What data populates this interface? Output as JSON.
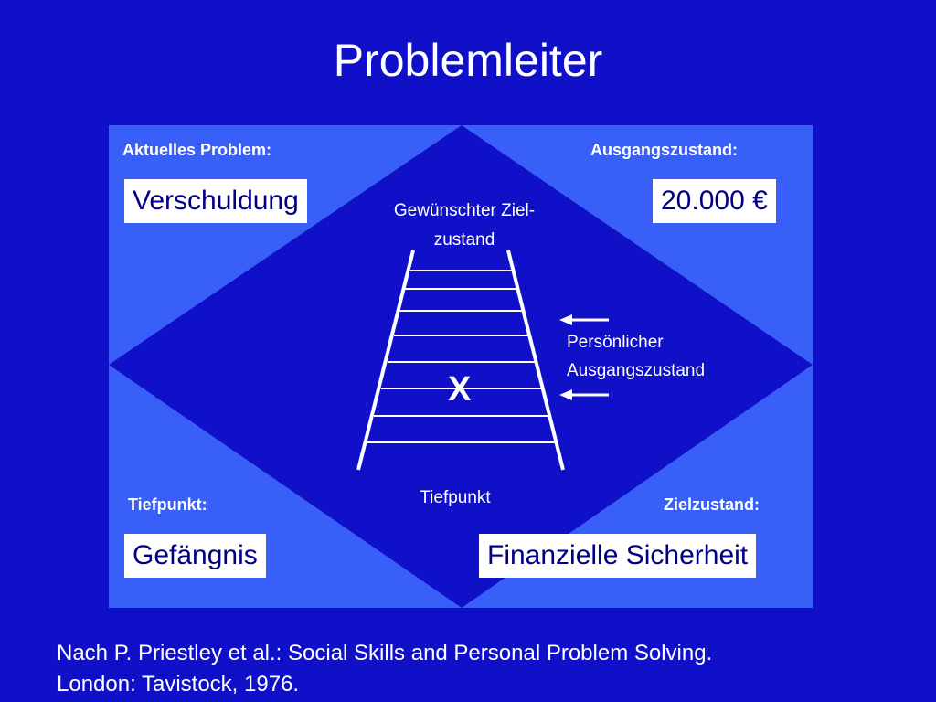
{
  "title": "Problemleiter",
  "corners": {
    "top_left": {
      "label": "Aktuelles Problem:",
      "value": "Verschuldung"
    },
    "top_right": {
      "label": "Ausgangszustand:",
      "value": "20.000 €"
    },
    "bottom_left": {
      "label": "Tiefpunkt:",
      "value": "Gefängnis"
    },
    "bottom_right": {
      "label": "Zielzustand:",
      "value": "Finanzielle Sicherheit"
    }
  },
  "ladder": {
    "top_label_line1": "Gewünschter Ziel-",
    "top_label_line2": "zustand",
    "bottom_label": "Tiefpunkt",
    "marker": "X"
  },
  "personal_state": {
    "line1": "Persönlicher",
    "line2": "Ausgangszustand"
  },
  "footer": {
    "line1": "Nach P. Priestley et al.: Social Skills and Personal Problem Solving.",
    "line2": "London: Tavistock, 1976."
  },
  "colors": {
    "background": "#1010c8",
    "panel": "#3860f8",
    "box": "#ffffff",
    "box_text": "#000080"
  }
}
